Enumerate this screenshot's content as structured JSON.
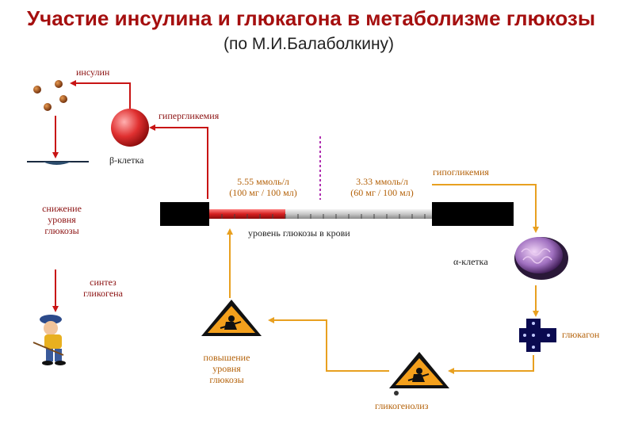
{
  "title": "Участие инсулина и глюкагона в метаболизме глюкозы",
  "subtitle": "(по М.И.Балаболкину)",
  "labels": {
    "insulin": "инсулин",
    "hyperglycemia": "гипергликемия",
    "beta_cell": "β-клетка",
    "hypoglycemia": "гипогликемия",
    "threshold_high_1": "5.55 ммоль/л",
    "threshold_high_2": "(100 мг / 100 мл)",
    "threshold_low_1": "3.33 ммоль/л",
    "threshold_low_2": "(60 мг / 100 мл)",
    "decrease_1": "снижение",
    "decrease_2": "уровня",
    "decrease_3": "глюкозы",
    "blood_glucose_level": "уровень глюкозы в крови",
    "alpha_cell": "α-клетка",
    "glycogen_synthesis_1": "синтез",
    "glycogen_synthesis_2": "гликогена",
    "glucagon": "глюкагон",
    "increase_1": "повышение",
    "increase_2": "уровня",
    "increase_3": "глюкозы",
    "glycogenolysis": "гликогенолиз"
  },
  "colors": {
    "title": "#a50f0f",
    "insulin_arrows": "#c81414",
    "glucagon_arrows": "#e8a020",
    "gauge_end": "#000000",
    "gauge_red": "#d42020",
    "threshold_line": "#b030b0"
  }
}
